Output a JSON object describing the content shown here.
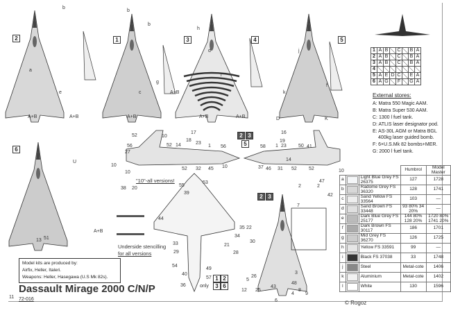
{
  "title": "Dassault Mirage 2000 C/N/P",
  "catalog_code": "72-016",
  "copyright": "© Rogoz",
  "kits_note": {
    "line1": "Model kits are produced by:",
    "line2": "Airfix, Heller, Italeri.",
    "line3": "Weapons: Heller, Hasegawa (U.S Mk 82s)."
  },
  "notes": {
    "all_versions_10": "\"10\"-all versions!",
    "underside": "Underside stencilling",
    "underside2": "for all versions",
    "only": "only"
  },
  "version_boxes": [
    "1",
    "2",
    "3",
    "4",
    "5",
    "6"
  ],
  "ab_label": "A+B",
  "loadout": {
    "rows": [
      {
        "v": "1",
        "c": [
          "A",
          "B",
          "",
          "C",
          "",
          "B",
          "A"
        ]
      },
      {
        "v": "2",
        "c": [
          "A",
          "B",
          "",
          "C",
          "",
          "B",
          "A"
        ]
      },
      {
        "v": "3",
        "c": [
          "A",
          "B",
          "",
          "C",
          "",
          "B",
          "A"
        ]
      },
      {
        "v": "4",
        "c": [
          "",
          "",
          "",
          "",
          "",
          "",
          ""
        ]
      },
      {
        "v": "5",
        "c": [
          "A",
          "E",
          "D",
          "C",
          "",
          "E",
          "A"
        ]
      },
      {
        "v": "6",
        "c": [
          "A",
          "G",
          "",
          "F",
          "",
          "G",
          "A"
        ]
      }
    ]
  },
  "stores": {
    "heading": "External stores:",
    "items": [
      "A: Matra 550 Magic AAM.",
      "B: Matra Super 530 AAM.",
      "C: 1300 l fuel tank.",
      "D: ATLIS laser designator pod.",
      "E: AS-30L AGM or Matra BGL 400kg laser guided bomb.",
      "F: 6×U.S.Mk 82 bombs+MER.",
      "G: 2000 l fuel tank."
    ]
  },
  "colors": {
    "headers": [
      "Humbrol",
      "Model Master"
    ],
    "rows": [
      {
        "k": "a",
        "name": "Light Blue Grey FS 26375",
        "h": "127",
        "m": "1728",
        "sw": "#f4f6f8"
      },
      {
        "k": "b",
        "name": "Radome Grey FS 36320",
        "h": "128",
        "m": "1741",
        "sw": "#d8d8d8"
      },
      {
        "k": "c",
        "name": "Sand Yellow FS 33564",
        "h": "103",
        "m": "—",
        "sw": "#eeeeee"
      },
      {
        "k": "d",
        "name": "Sand Brown FS 33448",
        "h": "93 80% 34 20%",
        "m": "—",
        "sw": "#e0e0e0"
      },
      {
        "k": "e",
        "name": "Dark Blue Grey FS 25177",
        "h": "144 80% 128 20%",
        "m": "1720 80% 1741 20%",
        "sw": "#bbbbbb"
      },
      {
        "k": "f",
        "name": "Dark Brown FS 30117",
        "h": "186",
        "m": "1701",
        "sw": "#aaaaaa"
      },
      {
        "k": "g",
        "name": "Mid Grey FS 36270",
        "h": "126",
        "m": "1725",
        "sw": "#cccccc"
      },
      {
        "k": "h",
        "name": "Yellow FS 33591",
        "h": "99",
        "m": "—",
        "sw": "#e6e6e6"
      },
      {
        "k": "i",
        "name": "Black FS 37038",
        "h": "33",
        "m": "1748",
        "sw": "#333333"
      },
      {
        "k": "j",
        "name": "Steel",
        "h": "Metal-cote",
        "m": "1406",
        "sw": "#888888"
      },
      {
        "k": "k",
        "name": "Aluminium",
        "h": "Metal-cote",
        "m": "1402",
        "sw": "#f2f2f2"
      },
      {
        "k": "l",
        "name": "White",
        "h": "130",
        "m": "1596",
        "sw": "#ffffff"
      }
    ]
  },
  "callouts": [
    "52",
    "10",
    "56",
    "27",
    "52",
    "10",
    "17",
    "18",
    "14",
    "23",
    "1",
    "56",
    "52",
    "32",
    "45",
    "10",
    "16",
    "19",
    "58",
    "1",
    "23",
    "50",
    "41",
    "52",
    "10",
    "37",
    "46",
    "31",
    "14",
    "52",
    "10",
    "38",
    "20",
    "55",
    "53",
    "39",
    "44",
    "54",
    "40",
    "36",
    "49",
    "57",
    "47",
    "2",
    "2",
    "42",
    "7",
    "4",
    "b",
    "b",
    "b",
    "h",
    "a",
    "e",
    "c",
    "d",
    "g",
    "i",
    "j",
    "f",
    "k",
    "U",
    "D",
    "K",
    "11",
    "13",
    "51",
    "21",
    "35",
    "34",
    "28",
    "33",
    "29",
    "30",
    "26",
    "25",
    "22",
    "12",
    "6",
    "43",
    "48",
    "5",
    "8",
    "9",
    "3"
  ]
}
